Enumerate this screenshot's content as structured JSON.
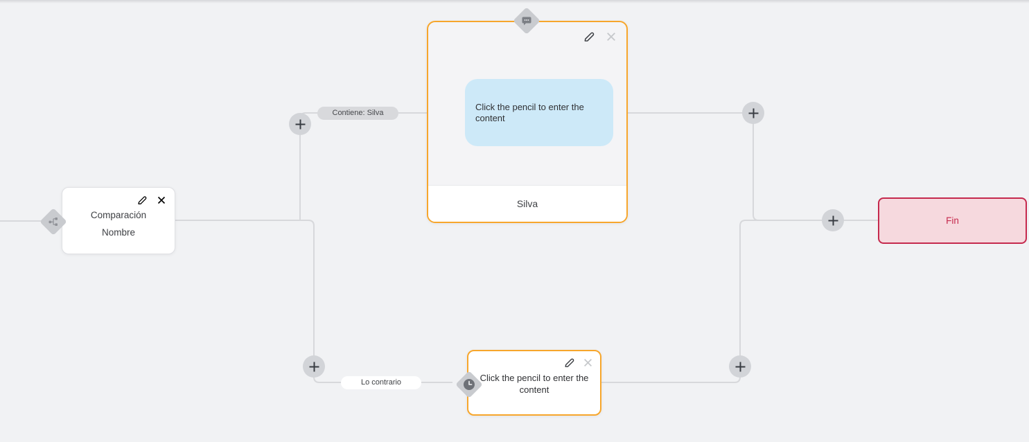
{
  "colors": {
    "canvas_bg": "#f1f2f4",
    "edge_line": "#d7d8db",
    "node_accent_orange": "#f7a62b",
    "end_accent_red": "#c5294d",
    "bubble_blue": "#cde9f8",
    "diamond_gray": "#c9cbcf"
  },
  "nodes": {
    "condition": {
      "title_line1": "Comparación",
      "title_line2": "Nombre",
      "badge_icon": "branch-icon"
    },
    "message": {
      "bubble_text": "Click the pencil to enter the content",
      "footer": "Silva",
      "badge_icon": "chat-icon"
    },
    "delay": {
      "placeholder_text": "Click the pencil to enter the content",
      "badge_icon": "clock-icon"
    },
    "end": {
      "label": "Fin"
    }
  },
  "edges": {
    "true_branch_label": "Contiene: Silva",
    "false_branch_label": "Lo contrario"
  }
}
